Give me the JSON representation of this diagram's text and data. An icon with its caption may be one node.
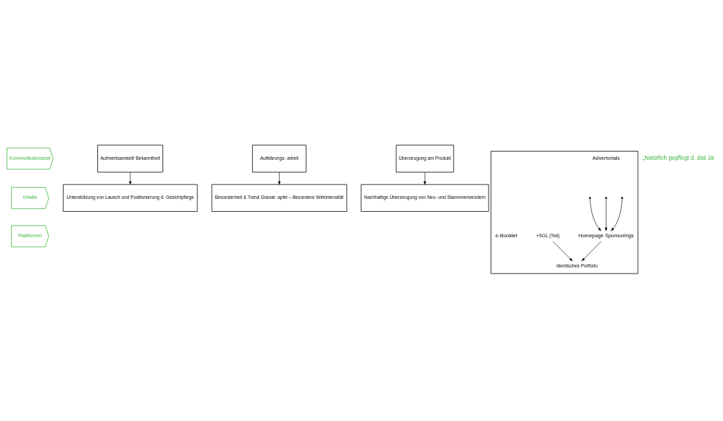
{
  "diagram": {
    "nodes": [
      {
        "text": [
          "Kommunikationsziel"
        ]
      },
      {
        "text": [
          "Inhalte"
        ]
      },
      {
        "text": [
          "Plattformen"
        ]
      },
      {
        "text": [
          "Aufmerksamkeit/ Bekanntheit"
        ]
      },
      {
        "text": [
          "Aufklärungs- arbeit"
        ]
      },
      {
        "text": [
          "Überzeugung am Produkt"
        ]
      },
      {
        "text": [
          "Unterstützung von Launch und Positionierung d. Gesichtpflege"
        ]
      },
      {
        "text": [
          "Besonderheit & Trend Granat- apfel – Besondere Wirkintensität"
        ]
      },
      {
        "text": [
          "Nachhaltige Überzeugung von Neu- und Stammverwendern"
        ]
      },
      {
        "text": [],
        "shape": "box"
      },
      {
        "text": [
          "Advertorials"
        ],
        "in": 9
      },
      {
        "text": [
          "Homepage Sponsorings"
        ],
        "in": 9
      },
      {
        "text": [
          "+SGL (Ted)"
        ],
        "in": 9
      },
      {
        "text": [
          "e-Booklet"
        ],
        "in": 9
      },
      {
        "text": [
          "identisches Portfolio"
        ],
        "in": 9
      }
    ],
    "edges": [
      {
        "from": 3,
        "to": 6,
        "arrow": "to"
      },
      {
        "from": 4,
        "to": 7,
        "arrow": "to"
      },
      {
        "from": 5,
        "to": 8,
        "arrow": "to"
      },
      {
        "from": null,
        "to": 11,
        "arrow": "to"
      },
      {
        "from": null,
        "to": 11,
        "arrow": "to"
      },
      {
        "from": null,
        "to": 11,
        "arrow": "to"
      },
      {
        "from": 11,
        "to": 14,
        "arrow": "to"
      },
      {
        "from": 12,
        "to": 14,
        "arrow": "to"
      }
    ],
    "labels": [
      "„Natürlich gepflegt d. das Ja"
    ]
  }
}
